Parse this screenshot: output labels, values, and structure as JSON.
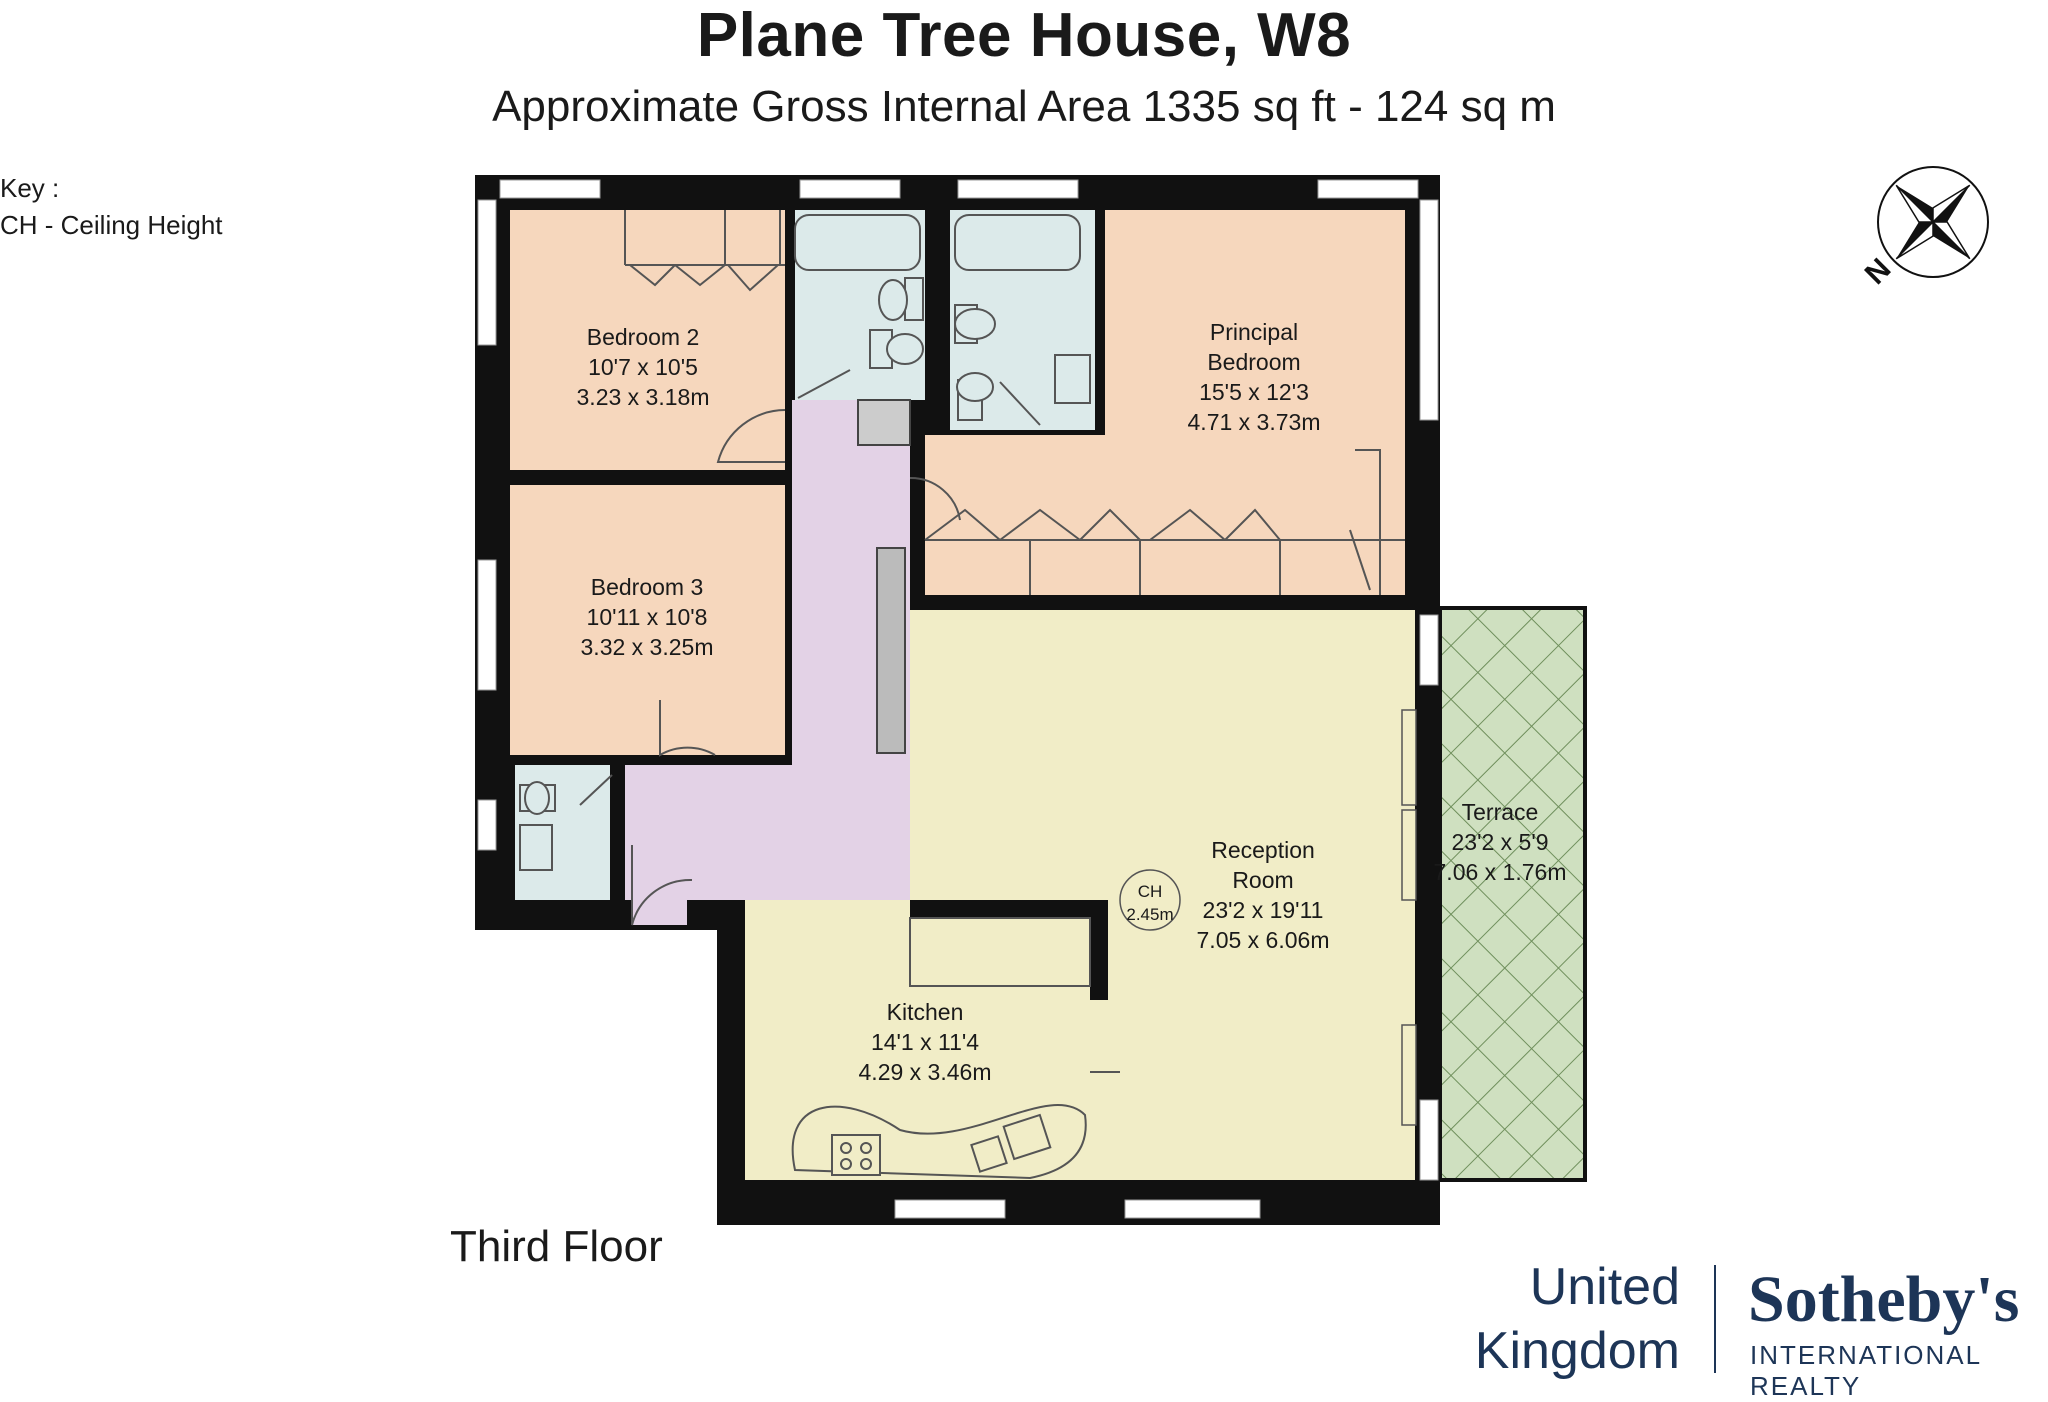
{
  "header": {
    "title": "Plane Tree House, W8",
    "subtitle": "Approximate Gross Internal Area 1335 sq ft - 124 sq m"
  },
  "key": {
    "line1": "Key :",
    "line2": "CH - Ceiling Height"
  },
  "floor_label": "Third Floor",
  "compass": {
    "label": "N",
    "icon": "compass-rose-icon"
  },
  "rooms": {
    "bedroom2": {
      "name": "Bedroom 2",
      "imperial": "10'7 x 10'5",
      "metric": "3.23 x 3.18m"
    },
    "bedroom3": {
      "name": "Bedroom 3",
      "imperial": "10'11 x 10'8",
      "metric": "3.32 x 3.25m"
    },
    "principal": {
      "name_line1": "Principal",
      "name_line2": "Bedroom",
      "imperial": "15'5 x 12'3",
      "metric": "4.71 x 3.73m"
    },
    "reception": {
      "name_line1": "Reception",
      "name_line2": "Room",
      "imperial": "23'2 x 19'11",
      "metric": "7.05 x 6.06m"
    },
    "kitchen": {
      "name": "Kitchen",
      "imperial": "14'1 x 11'4",
      "metric": "4.29 x 3.46m"
    },
    "terrace": {
      "name": "Terrace",
      "imperial": "23'2 x 5'9",
      "metric": "7.06 x 1.76m"
    }
  },
  "ceiling_height": {
    "label": "CH",
    "value": "2.45m"
  },
  "colors": {
    "wall": "#111111",
    "bedroom": "#f6d7bd",
    "bathroom": "#dceaea",
    "hall": "#e3d2e6",
    "reception": "#f1edc7",
    "terrace": "#cfe0c0",
    "brand": "#1d3557"
  },
  "brand": {
    "region_line1": "United",
    "region_line2": "Kingdom",
    "name": "Sotheby's",
    "tagline": "INTERNATIONAL REALTY"
  }
}
